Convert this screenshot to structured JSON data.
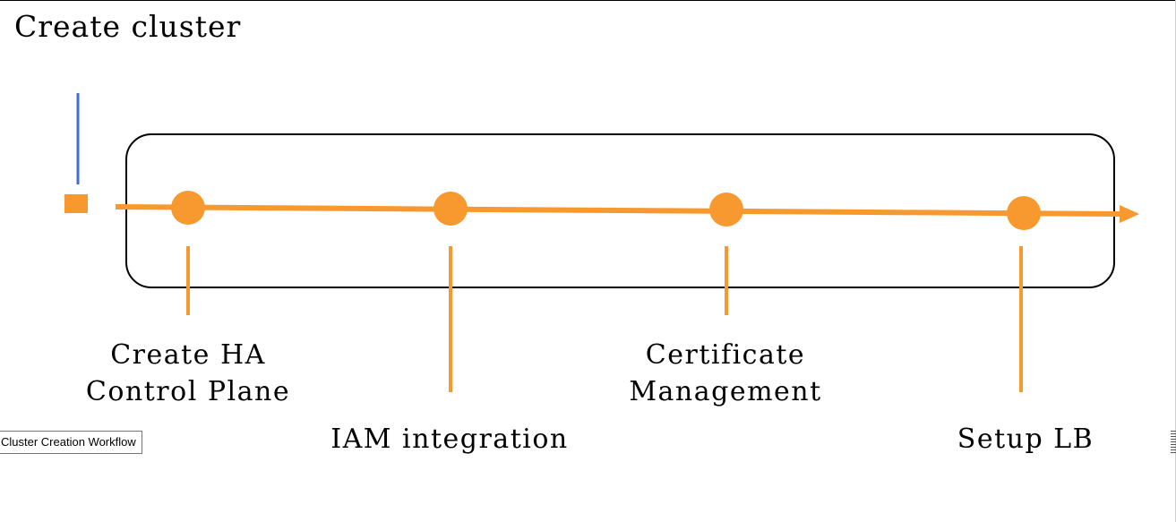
{
  "slide": {
    "title": "Create cluster"
  },
  "colors": {
    "accent": "#F7992F",
    "marker": "#3E6FD8",
    "frame": "#000000"
  },
  "milestones": [
    {
      "label_line1": "Create HA",
      "label_line2": "Control Plane"
    },
    {
      "label_line1": "IAM integration",
      "label_line2": ""
    },
    {
      "label_line1": "Certificate",
      "label_line2": "Management"
    },
    {
      "label_line1": "Setup LB",
      "label_line2": ""
    }
  ],
  "tooltip": {
    "text": "Cluster Creation Workflow"
  }
}
